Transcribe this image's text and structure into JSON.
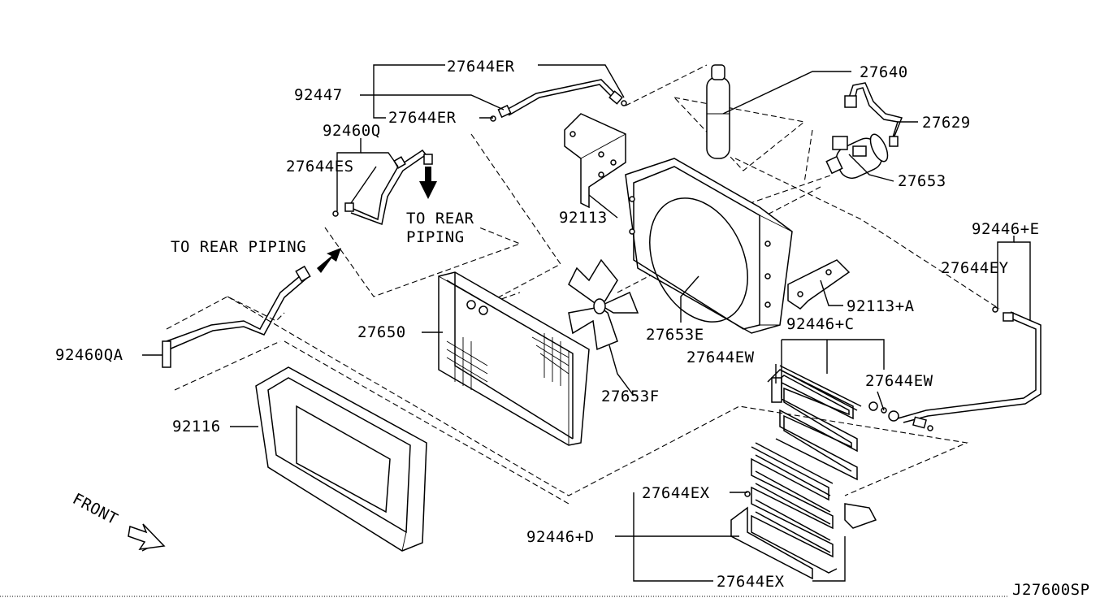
{
  "diagram_code": "J27600SP",
  "labels": {
    "p27644ER_a": "27644ER",
    "p92447": "92447",
    "p27644ER_b": "27644ER",
    "p92460Q": "92460Q",
    "p27644ES": "27644ES",
    "to_rear_piping_1a": "TO REAR",
    "to_rear_piping_1b": "PIPING",
    "to_rear_piping_2": "TO REAR PIPING",
    "p92460QA": "92460QA",
    "p27650": "27650",
    "p92116": "92116",
    "front": "FRONT",
    "p92113": "92113",
    "p27640": "27640",
    "p27629": "27629",
    "p27653": "27653",
    "p92446E": "92446+E",
    "p27644EY": "27644EY",
    "p92113A": "92113+A",
    "p27653E": "27653E",
    "p92446C": "92446+C",
    "p27644EW_a": "27644EW",
    "p27644EW_b": "27644EW",
    "p27653F": "27653F",
    "p27644EX_a": "27644EX",
    "p92446D": "92446+D",
    "p27644EX_b": "27644EX"
  }
}
